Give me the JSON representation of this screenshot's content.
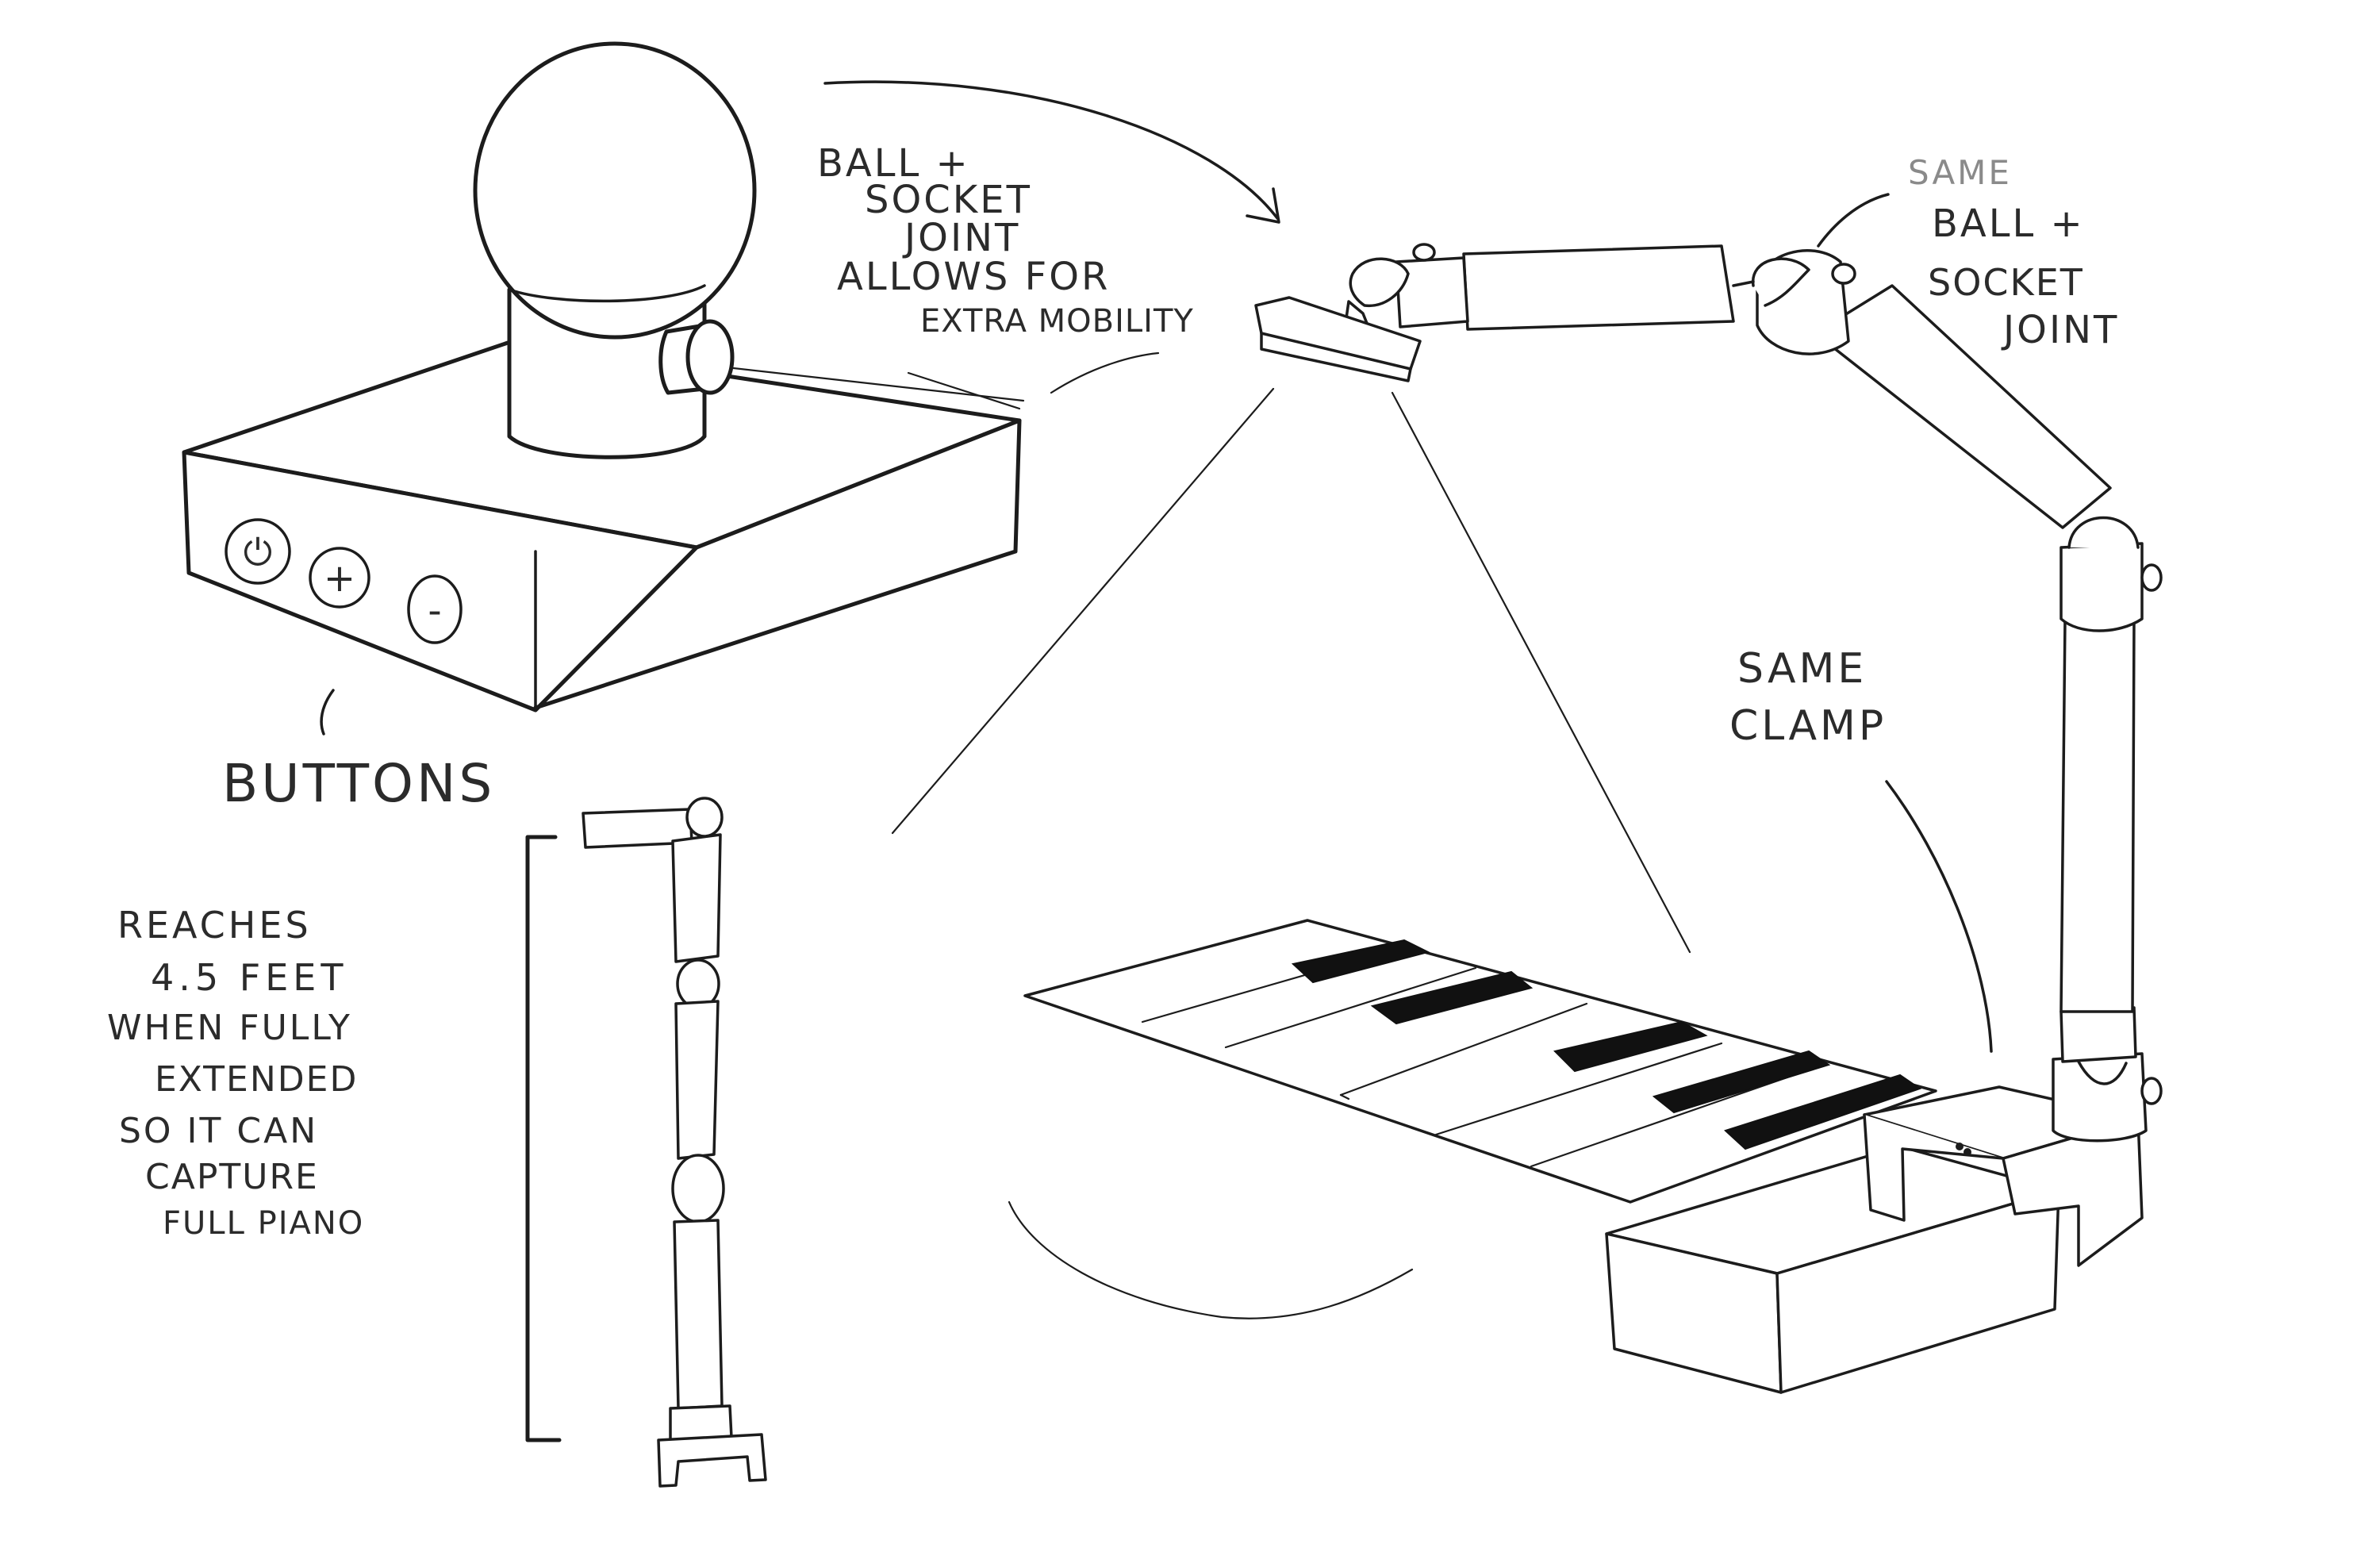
{
  "annotations": {
    "ball_socket": [
      "BALL +",
      "SOCKET",
      "JOINT",
      "ALLOWS FOR",
      "EXTRA MOBILITY"
    ],
    "same_ball_socket": [
      "SAME",
      "BALL +",
      "SOCKET",
      "JOINT"
    ],
    "same_clamp": [
      "SAME",
      "CLAMP"
    ],
    "buttons": "BUTTONS",
    "reaches": [
      "REACHES",
      "4.5 FEET",
      "WHEN FULLY",
      "EXTENDED",
      "SO IT CAN",
      "CAPTURE",
      "FULL PIANO"
    ]
  },
  "controls": {
    "power_symbol": "⏻",
    "plus_symbol": "+",
    "minus_symbol": "-"
  },
  "colors": {
    "ink": "#1c1c1c",
    "paper": "#ffffff",
    "piano_black_key": "#111111"
  }
}
